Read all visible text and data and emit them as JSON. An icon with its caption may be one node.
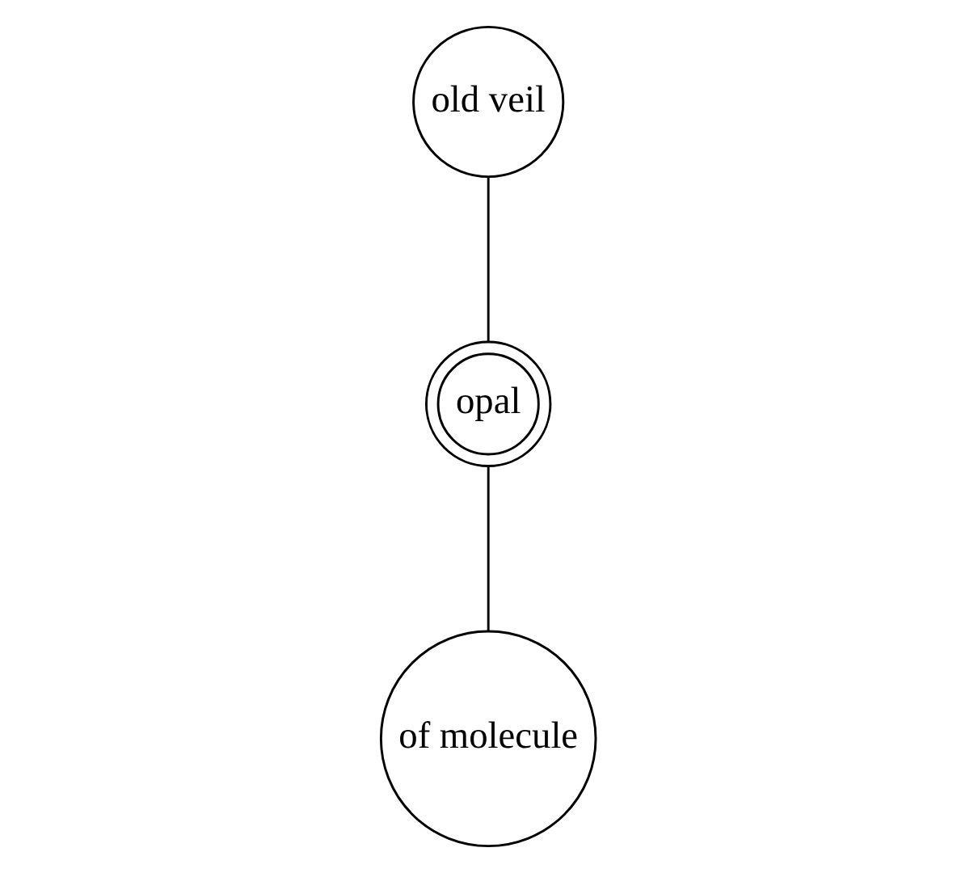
{
  "diagram": {
    "nodes": [
      {
        "text": [
          "old veil"
        ]
      },
      {
        "text": [
          "opal"
        ]
      },
      {
        "text": [
          "of molecule"
        ]
      }
    ],
    "edges": [
      {
        "from": 0,
        "to": 1,
        "arrow": "none"
      },
      {
        "from": 1,
        "to": 2,
        "arrow": "none"
      }
    ]
  }
}
